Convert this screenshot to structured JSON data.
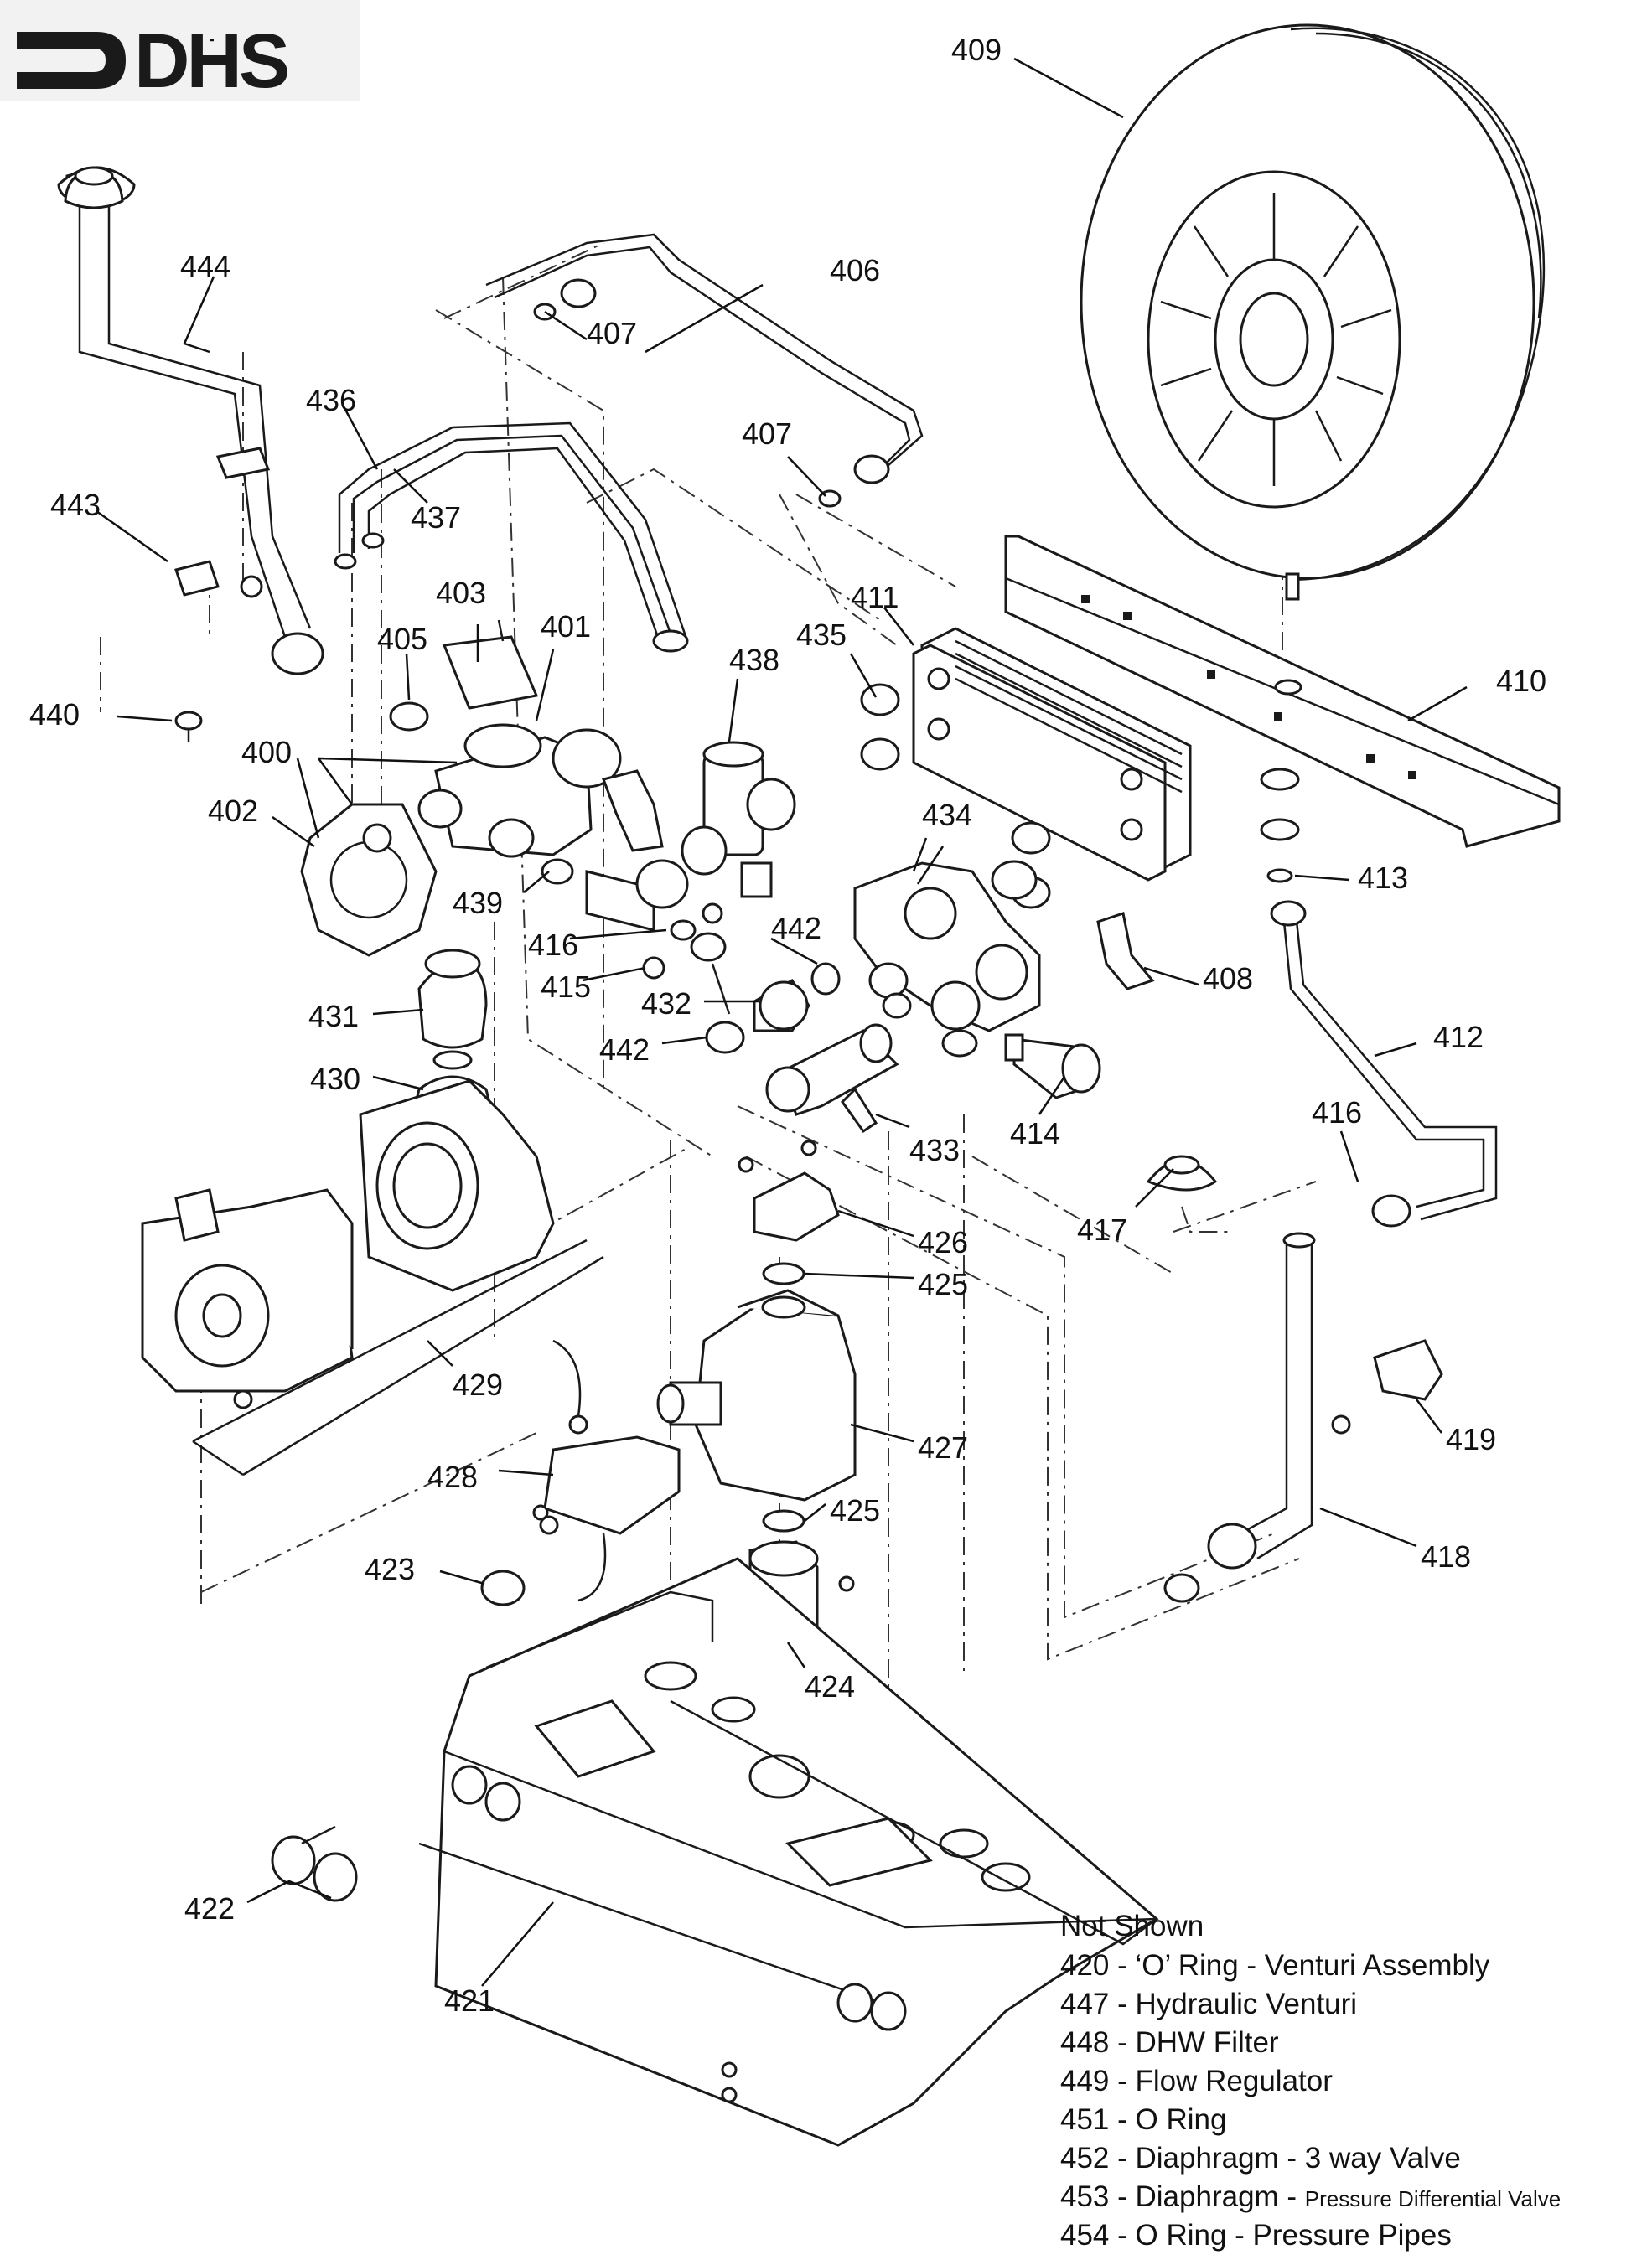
{
  "logo": {
    "text": "DHS"
  },
  "callouts": {
    "c400": "400",
    "c401": "401",
    "c402": "402",
    "c403": "403",
    "c405": "405",
    "c406": "406",
    "c407a": "407",
    "c407b": "407",
    "c408": "408",
    "c409": "409",
    "c410": "410",
    "c411": "411",
    "c412": "412",
    "c413": "413",
    "c414": "414",
    "c415": "415",
    "c416a": "416",
    "c416b": "416",
    "c417": "417",
    "c418": "418",
    "c419": "419",
    "c421": "421",
    "c422": "422",
    "c423": "423",
    "c424": "424",
    "c425a": "425",
    "c425b": "425",
    "c426": "426",
    "c427": "427",
    "c428": "428",
    "c429": "429",
    "c430": "430",
    "c431": "431",
    "c432": "432",
    "c433": "433",
    "c434": "434",
    "c435": "435",
    "c436": "436",
    "c437": "437",
    "c438": "438",
    "c439": "439",
    "c440": "440",
    "c442a": "442",
    "c442b": "442",
    "c443": "443",
    "c444": "444"
  },
  "not_shown": {
    "heading": "Not Shown",
    "items": [
      {
        "text": "420 - ‘O’ Ring - Venturi Assembly"
      },
      {
        "text": "447 - Hydraulic Venturi"
      },
      {
        "text": "448 - DHW Filter"
      },
      {
        "text": "449 - Flow Regulator"
      },
      {
        "text": "451 - O Ring"
      },
      {
        "text": "452 - Diaphragm - 3 way Valve"
      },
      {
        "text": "453 - Diaphragm - ",
        "small": "Pressure Differential Valve"
      },
      {
        "text": "454 - O Ring - Pressure Pipes"
      }
    ]
  }
}
